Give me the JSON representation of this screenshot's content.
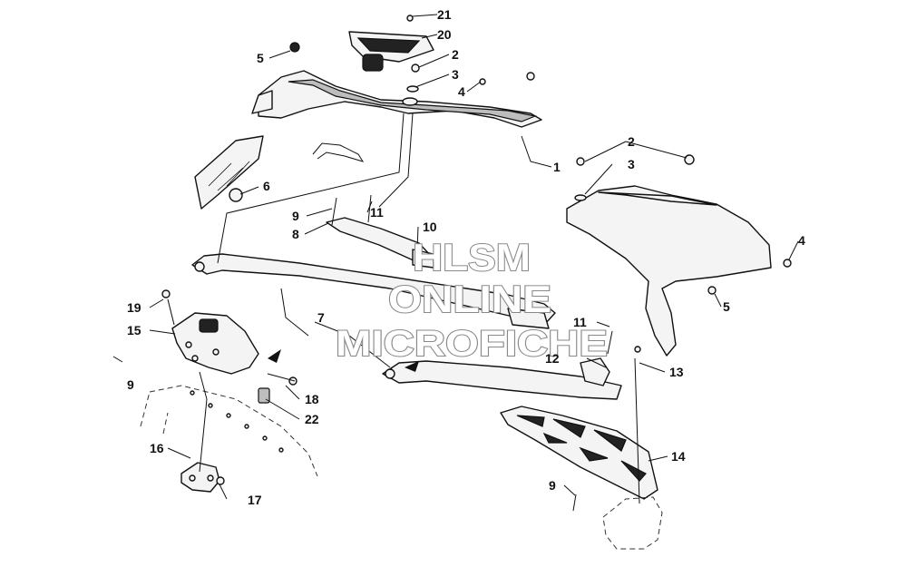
{
  "watermark": {
    "line1": "HLSM",
    "line2": "ONLINE",
    "line3": "MICROFICHE"
  },
  "callouts": {
    "c21": "21",
    "c20": "20",
    "c2_top": "2",
    "c3_top": "3",
    "c4_top": "4",
    "c5_top": "5",
    "c6": "6",
    "c1": "1",
    "c2_right": "2",
    "c3_right": "3",
    "c4_right": "4",
    "c5_right": "5",
    "c9_mid": "9",
    "c8": "8",
    "c11_mid": "11",
    "c10": "10",
    "c7": "7",
    "c19": "19",
    "c15": "15",
    "c9_left": "9",
    "c18": "18",
    "c22": "22",
    "c16": "16",
    "c17": "17",
    "c11_right": "11",
    "c12": "12",
    "c13": "13",
    "c14": "14",
    "c9_bottom": "9"
  }
}
